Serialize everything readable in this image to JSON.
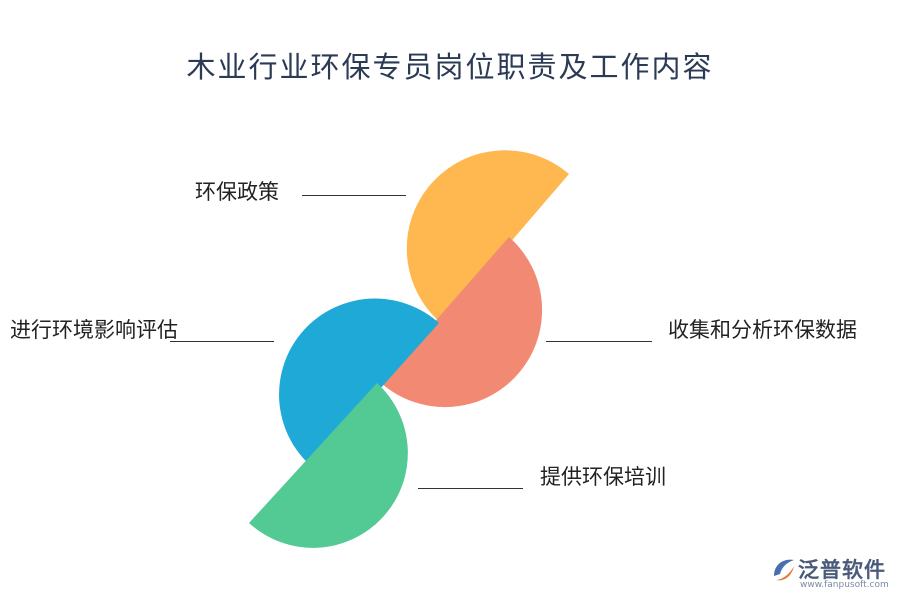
{
  "title": "木业行业环保专员岗位职责及工作内容",
  "items": [
    {
      "label": "环保政策",
      "color": "#ffb74f"
    },
    {
      "label": "收集和分析环保数据",
      "color": "#f28a73"
    },
    {
      "label": "进行环境影响评估",
      "color": "#1fa9d6"
    },
    {
      "label": "提供环保培训",
      "color": "#53c994"
    }
  ],
  "logo": {
    "name": "泛普软件",
    "url": "www.fanpusoft.com",
    "icon": "fanpu-logo-icon"
  }
}
